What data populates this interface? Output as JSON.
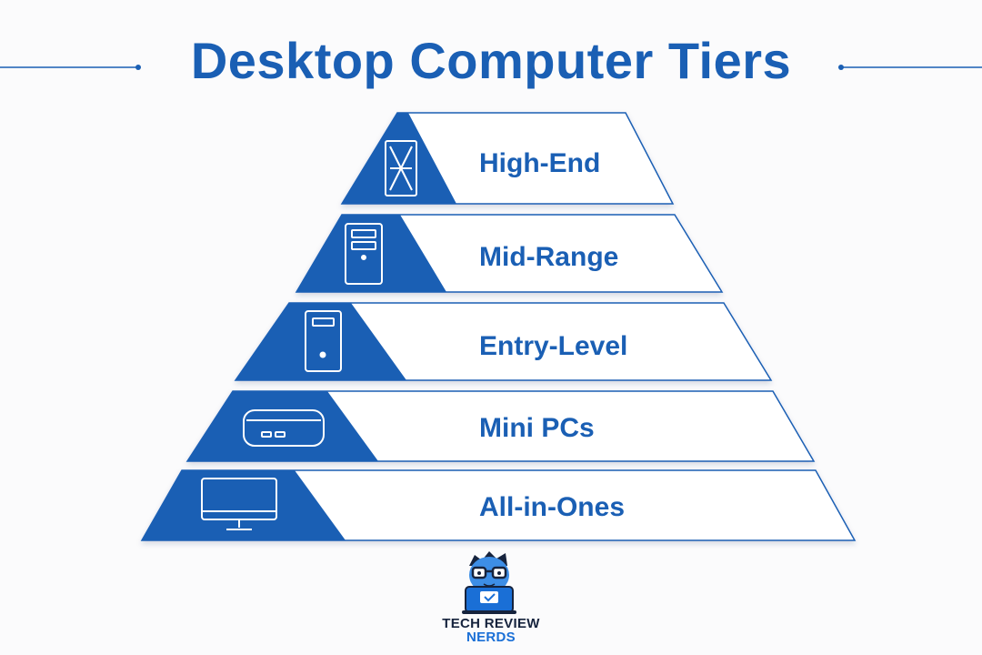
{
  "title": "Desktop Computer Tiers",
  "tiers": [
    {
      "label": "High-End",
      "icon": "full-tower-icon"
    },
    {
      "label": "Mid-Range",
      "icon": "mid-tower-icon"
    },
    {
      "label": "Entry-Level",
      "icon": "small-tower-icon"
    },
    {
      "label": "Mini PCs",
      "icon": "mini-pc-icon"
    },
    {
      "label": "All-in-Ones",
      "icon": "monitor-icon"
    }
  ],
  "brand": {
    "line1": "TECH REVIEW",
    "line2": "NERDS",
    "logo_icon": "nerd-mascot-logo-icon"
  },
  "colors": {
    "accent": "#1a5fb4",
    "panel": "#ffffff",
    "background": "#fbfbfc",
    "brand_dark": "#16233d",
    "brand_blue": "#1a6fd6"
  }
}
